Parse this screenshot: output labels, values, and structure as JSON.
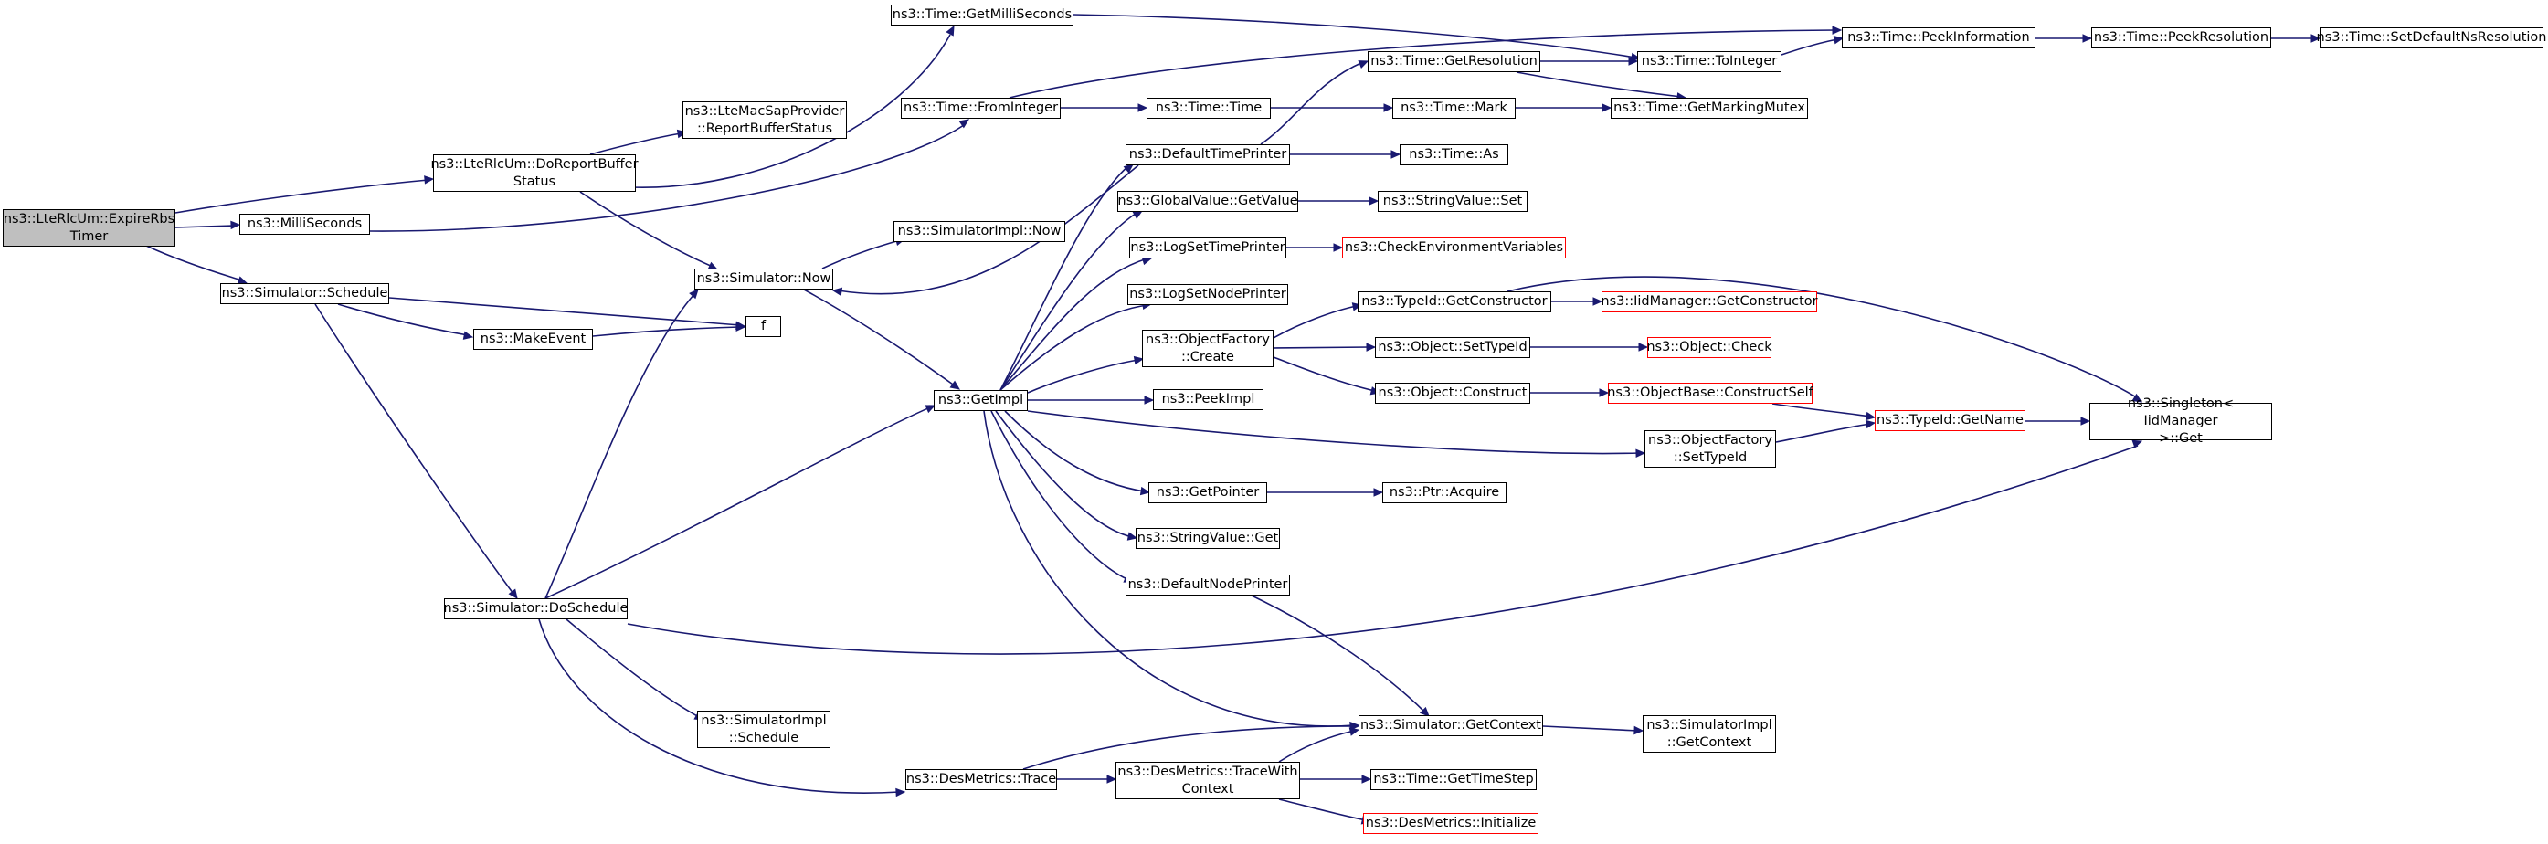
{
  "graph": {
    "title": "Call graph of ns3::LteRlcUm::ExpireRbsTimer",
    "colors": {
      "edge": "#191970",
      "root_fill": "#bfbfbf",
      "truncated_border": "#ff0000"
    },
    "nodes": {
      "root": "ns3::LteRlcUm::ExpireRbs\nTimer",
      "do_report": "ns3::LteRlcUm::DoReportBuffer\nStatus",
      "mac_sap": "ns3::LteMacSapProvider\n::ReportBufferStatus",
      "milli": "ns3::MilliSeconds",
      "schedule": "ns3::Simulator::Schedule",
      "make_event": "ns3::MakeEvent",
      "f": "f",
      "sim_now": "ns3::Simulator::Now",
      "get_ms": "ns3::Time::GetMilliSeconds",
      "from_int": "ns3::Time::FromInteger",
      "time_time": "ns3::Time::Time",
      "impl_now": "ns3::SimulatorImpl::Now",
      "get_impl": "ns3::GetImpl",
      "do_schedule": "ns3::Simulator::DoSchedule",
      "impl_schedule": "ns3::SimulatorImpl\n::Schedule",
      "des_trace": "ns3::DesMetrics::Trace",
      "def_time_printer": "ns3::DefaultTimePrinter",
      "gv_getvalue": "ns3::GlobalValue::GetValue",
      "log_time": "ns3::LogSetTimePrinter",
      "log_node": "ns3::LogSetNodePrinter",
      "of_create": "ns3::ObjectFactory\n::Create",
      "peek_impl": "ns3::PeekImpl",
      "get_pointer": "ns3::GetPointer",
      "stringvalue_get": "ns3::StringValue::Get",
      "def_node_printer": "ns3::DefaultNodePrinter",
      "trace_with": "ns3::DesMetrics::TraceWith\nContext",
      "get_resolution": "ns3::Time::GetResolution",
      "time_mark": "ns3::Time::Mark",
      "time_as": "ns3::Time::As",
      "string_set": "ns3::StringValue::Set",
      "check_env": "ns3::CheckEnvironmentVariables",
      "typeid_getctor": "ns3::TypeId::GetConstructor",
      "obj_settypeid": "ns3::Object::SetTypeId",
      "obj_construct": "ns3::Object::Construct",
      "of_settypeid": "ns3::ObjectFactory\n::SetTypeId",
      "ptr_acquire": "ns3::Ptr::Acquire",
      "sim_getcontext": "ns3::Simulator::GetContext",
      "get_timestep": "ns3::Time::GetTimeStep",
      "des_init": "ns3::DesMetrics::Initialize",
      "to_integer": "ns3::Time::ToInteger",
      "marking_mutex": "ns3::Time::GetMarkingMutex",
      "peek_info": "ns3::Time::PeekInformation",
      "peek_res": "ns3::Time::PeekResolution",
      "set_default_ns": "ns3::Time::SetDefaultNsResolution",
      "iid_getctor": "ns3::IidManager::GetConstructor",
      "object_check": "ns3::Object::Check",
      "construct_self": "ns3::ObjectBase::ConstructSelf",
      "typeid_getname": "ns3::TypeId::GetName",
      "singleton_get": "ns3::Singleton< IidManager\n >::Get",
      "impl_getcontext": "ns3::SimulatorImpl\n::GetContext"
    }
  }
}
